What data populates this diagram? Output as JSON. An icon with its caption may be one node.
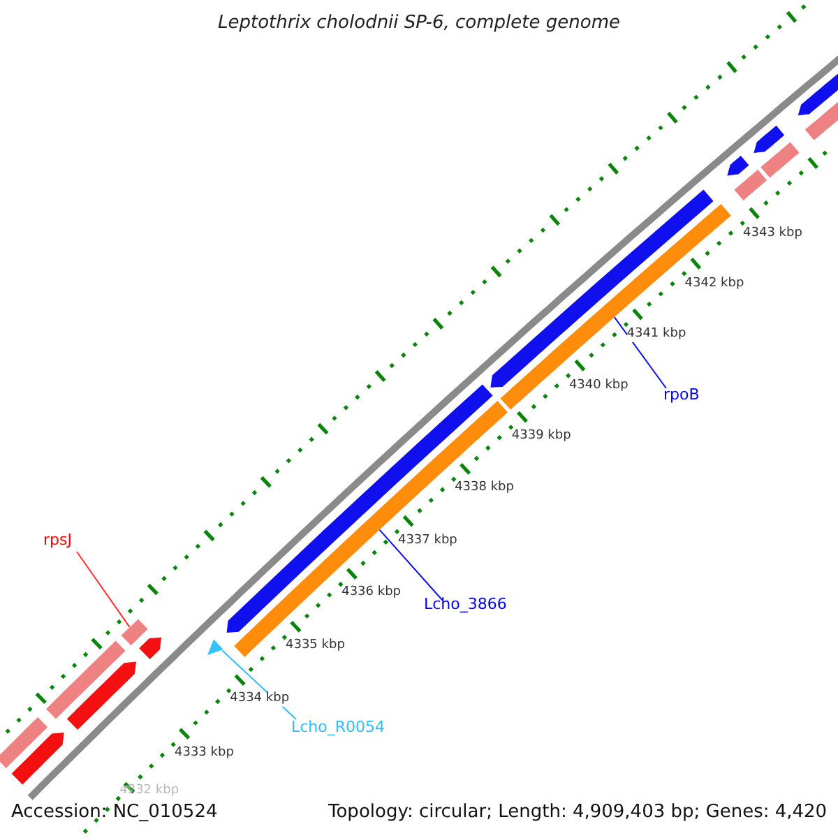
{
  "diagram": {
    "title": "Leptothrix cholodnii SP-6, complete genome",
    "nodes": [
      {
        "text": [
          "rpsJ"
        ]
      },
      {
        "text": [],
        "shape": "bar"
      },
      {
        "text": [
          "rpoB"
        ]
      },
      {
        "text": [],
        "shape": "bar"
      },
      {
        "text": [
          "Lcho_3866"
        ]
      },
      {
        "text": [],
        "shape": "bar"
      },
      {
        "text": [
          "Lcho_R0054"
        ]
      },
      {
        "text": [],
        "shape": "triangle"
      }
    ],
    "edges": [
      {
        "from": 0,
        "to": 1,
        "arrow": "none",
        "color": "#ff3030"
      },
      {
        "from": 2,
        "to": 3,
        "arrow": "none"
      },
      {
        "from": 4,
        "to": 5,
        "arrow": "none"
      },
      {
        "from": 6,
        "to": 7,
        "arrow": "none",
        "color": "#33bbff"
      }
    ],
    "labels": [
      "4343 kbp",
      "4342 kbp",
      "4341 kbp",
      "4340 kbp",
      "4339 kbp",
      "4338 kbp",
      "4337 kbp",
      "4336 kbp",
      "4335 kbp",
      "4334 kbp",
      "4333 kbp",
      "4332 kbp",
      "Accession: NC_010524",
      "Topology: circular; Length: 4,909,403 bp; Genes: 4,420"
    ]
  }
}
